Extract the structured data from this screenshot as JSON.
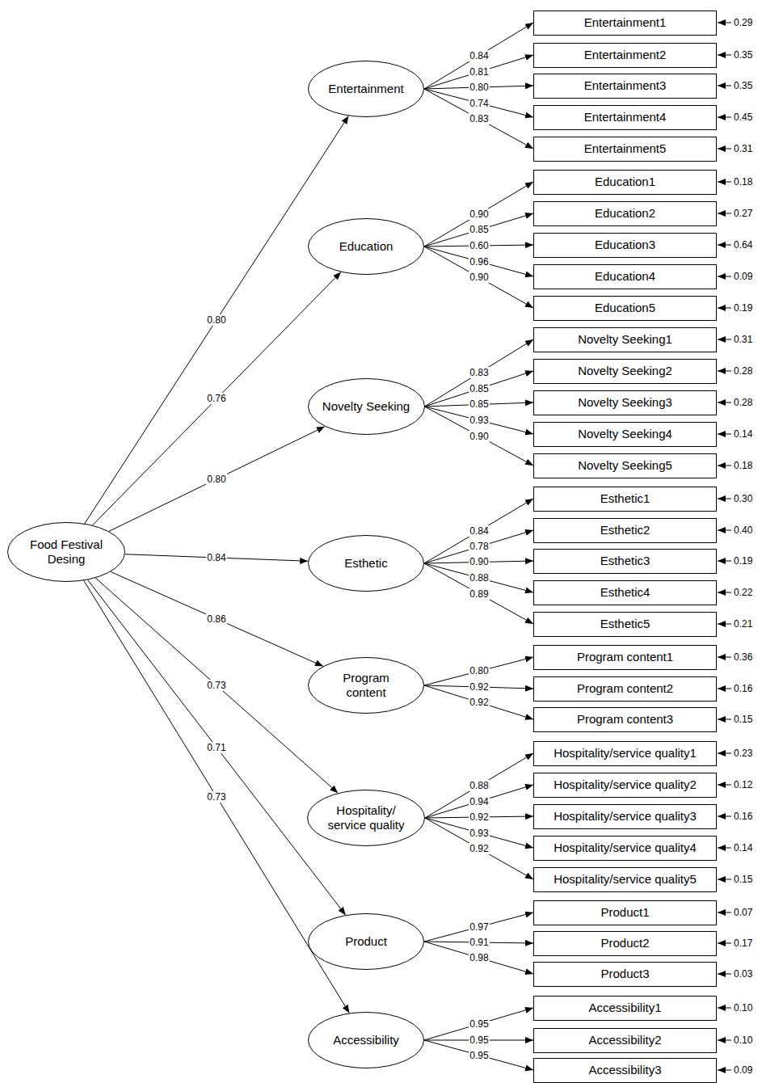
{
  "diagram": {
    "nodes": [
      {
        "text": [
          "Food Festival Desing"
        ]
      },
      {
        "text": [
          "Entertainment"
        ]
      },
      {
        "text": [
          "Education"
        ]
      },
      {
        "text": [
          "Novelty Seeking"
        ]
      },
      {
        "text": [
          "Esthetic"
        ]
      },
      {
        "text": [
          "Program content"
        ]
      },
      {
        "text": [
          "Hospitality/ service quality"
        ]
      },
      {
        "text": [
          "Product"
        ]
      },
      {
        "text": [
          "Accessibility"
        ]
      },
      {
        "text": [
          "Entertainment1"
        ]
      },
      {
        "text": [
          "Entertainment2"
        ]
      },
      {
        "text": [
          "Entertainment3"
        ]
      },
      {
        "text": [
          "Entertainment4"
        ]
      },
      {
        "text": [
          "Entertainment5"
        ]
      },
      {
        "text": [
          "Education1"
        ]
      },
      {
        "text": [
          "Education2"
        ]
      },
      {
        "text": [
          "Education3"
        ]
      },
      {
        "text": [
          "Education4"
        ]
      },
      {
        "text": [
          "Education5"
        ]
      },
      {
        "text": [
          "Novelty Seeking1"
        ]
      },
      {
        "text": [
          "Novelty Seeking2"
        ]
      },
      {
        "text": [
          "Novelty Seeking3"
        ]
      },
      {
        "text": [
          "Novelty Seeking4"
        ]
      },
      {
        "text": [
          "Novelty Seeking5"
        ]
      },
      {
        "text": [
          "Esthetic1"
        ]
      },
      {
        "text": [
          "Esthetic2"
        ]
      },
      {
        "text": [
          "Esthetic3"
        ]
      },
      {
        "text": [
          "Esthetic4"
        ]
      },
      {
        "text": [
          "Esthetic5"
        ]
      },
      {
        "text": [
          "Program content1"
        ]
      },
      {
        "text": [
          "Program content2"
        ]
      },
      {
        "text": [
          "Program content3"
        ]
      },
      {
        "text": [
          "Hospitality/service quality1"
        ]
      },
      {
        "text": [
          "Hospitality/service quality2"
        ]
      },
      {
        "text": [
          "Hospitality/service quality3"
        ]
      },
      {
        "text": [
          "Hospitality/service quality4"
        ]
      },
      {
        "text": [
          "Hospitality/service quality5"
        ]
      },
      {
        "text": [
          "Product1"
        ]
      },
      {
        "text": [
          "Product2"
        ]
      },
      {
        "text": [
          "Product3"
        ]
      },
      {
        "text": [
          "Accessibility1"
        ]
      },
      {
        "text": [
          "Accessibility2"
        ]
      },
      {
        "text": [
          "Accessibility3"
        ]
      }
    ],
    "edges": [
      {
        "from": 0,
        "to": 1,
        "label": "0.80",
        "arrow": "to"
      },
      {
        "from": 0,
        "to": 2,
        "label": "0.76",
        "arrow": "to"
      },
      {
        "from": 0,
        "to": 3,
        "label": "0.80",
        "arrow": "to"
      },
      {
        "from": 0,
        "to": 4,
        "label": "0.84",
        "arrow": "to"
      },
      {
        "from": 0,
        "to": 5,
        "label": "0.86",
        "arrow": "to"
      },
      {
        "from": 0,
        "to": 6,
        "label": "0.73",
        "arrow": "to"
      },
      {
        "from": 0,
        "to": 7,
        "label": "0.71",
        "arrow": "to"
      },
      {
        "from": 0,
        "to": 8,
        "label": "0.73",
        "arrow": "to"
      },
      {
        "from": 1,
        "to": 9,
        "label": "0.84",
        "arrow": "to"
      },
      {
        "from": 1,
        "to": 10,
        "label": "0.81",
        "arrow": "to"
      },
      {
        "from": 1,
        "to": 11,
        "label": "0.80",
        "arrow": "to"
      },
      {
        "from": 1,
        "to": 12,
        "label": "0.74",
        "arrow": "to"
      },
      {
        "from": 1,
        "to": 13,
        "label": "0.83",
        "arrow": "to"
      },
      {
        "from": 2,
        "to": 14,
        "label": "0.90",
        "arrow": "to"
      },
      {
        "from": 2,
        "to": 15,
        "label": "0.85",
        "arrow": "to"
      },
      {
        "from": 2,
        "to": 16,
        "label": "0.60",
        "arrow": "to"
      },
      {
        "from": 2,
        "to": 17,
        "label": "0.96",
        "arrow": "to"
      },
      {
        "from": 2,
        "to": 18,
        "label": "0.90",
        "arrow": "to"
      },
      {
        "from": 3,
        "to": 19,
        "label": "0.83",
        "arrow": "to"
      },
      {
        "from": 3,
        "to": 20,
        "label": "0.85",
        "arrow": "to"
      },
      {
        "from": 3,
        "to": 21,
        "label": "0.85",
        "arrow": "to"
      },
      {
        "from": 3,
        "to": 22,
        "label": "0.93",
        "arrow": "to"
      },
      {
        "from": 3,
        "to": 23,
        "label": "0.90",
        "arrow": "to"
      },
      {
        "from": 4,
        "to": 24,
        "label": "0.84",
        "arrow": "to"
      },
      {
        "from": 4,
        "to": 25,
        "label": "0.78",
        "arrow": "to"
      },
      {
        "from": 4,
        "to": 26,
        "label": "0.90",
        "arrow": "to"
      },
      {
        "from": 4,
        "to": 27,
        "label": "0.88",
        "arrow": "to"
      },
      {
        "from": 4,
        "to": 28,
        "label": "0.89",
        "arrow": "to"
      },
      {
        "from": 5,
        "to": 29,
        "label": "0.80",
        "arrow": "to"
      },
      {
        "from": 5,
        "to": 30,
        "label": "0.92",
        "arrow": "to"
      },
      {
        "from": 5,
        "to": 31,
        "label": "0.92",
        "arrow": "to"
      },
      {
        "from": 6,
        "to": 32,
        "label": "0.88",
        "arrow": "to"
      },
      {
        "from": 6,
        "to": 33,
        "label": "0.94",
        "arrow": "to"
      },
      {
        "from": 6,
        "to": 34,
        "label": "0.92",
        "arrow": "to"
      },
      {
        "from": 6,
        "to": 35,
        "label": "0.93",
        "arrow": "to"
      },
      {
        "from": 6,
        "to": 36,
        "label": "0.92",
        "arrow": "to"
      },
      {
        "from": 7,
        "to": 37,
        "label": "0.97",
        "arrow": "to"
      },
      {
        "from": 7,
        "to": 38,
        "label": "0.91",
        "arrow": "to"
      },
      {
        "from": 7,
        "to": 39,
        "label": "0.98",
        "arrow": "to"
      },
      {
        "from": 8,
        "to": 40,
        "label": "0.95",
        "arrow": "to"
      },
      {
        "from": 8,
        "to": 41,
        "label": "0.95",
        "arrow": "to"
      },
      {
        "from": 8,
        "to": 42,
        "label": "0.95",
        "arrow": "to"
      }
    ],
    "labels": [
      "0.29",
      "0.35",
      "0.35",
      "0.45",
      "0.31",
      "0.18",
      "0.27",
      "0.64",
      "0.09",
      "0.19",
      "0.31",
      "0.28",
      "0.28",
      "0.14",
      "0.18",
      "0.30",
      "0.40",
      "0.19",
      "0.22",
      "0.21",
      "0.36",
      "0.16",
      "0.15",
      "0.23",
      "0.12",
      "0.16",
      "0.14",
      "0.15",
      "0.07",
      "0.17",
      "0.03",
      "0.10",
      "0.10",
      "0.09"
    ]
  }
}
